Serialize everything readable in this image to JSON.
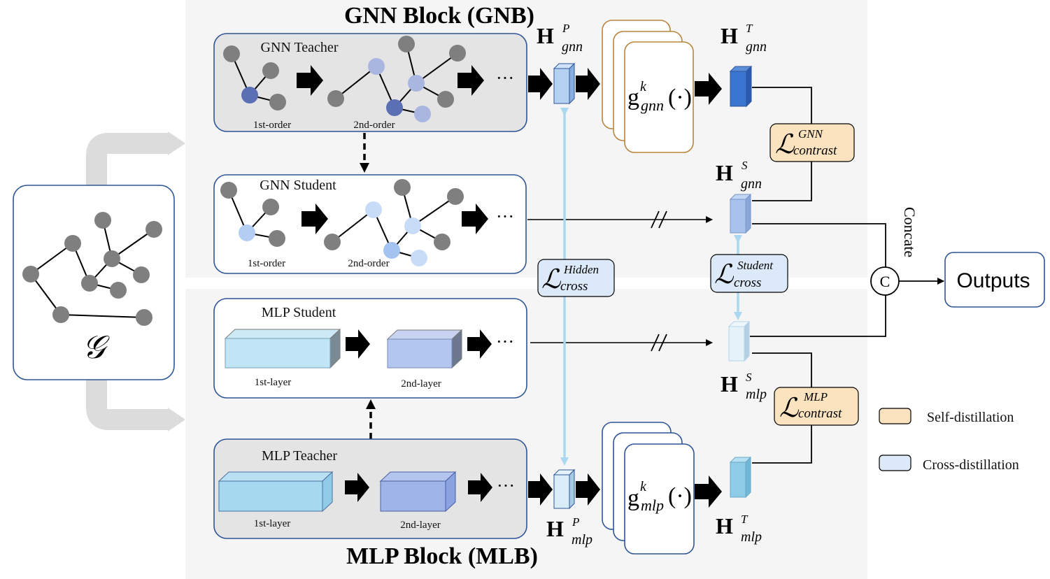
{
  "blocks": {
    "gnn_title": "GNN Block (GNB)",
    "mlp_title": "MLP Block (MLB)"
  },
  "graph_input": {
    "symbol": "𝒢"
  },
  "gnn_teacher": {
    "label": "GNN Teacher",
    "first": "1st-order",
    "second": "2nd-order",
    "ellipsis": "···"
  },
  "gnn_student": {
    "label": "GNN Student",
    "first": "1st-order",
    "second": "2nd-order",
    "ellipsis": "···"
  },
  "mlp_student": {
    "label": "MLP Student",
    "first": "1st-layer",
    "second": "2nd-layer",
    "ellipsis": "···"
  },
  "mlp_teacher": {
    "label": "MLP Teacher",
    "first": "1st-layer",
    "second": "2nd-layer",
    "ellipsis": "···"
  },
  "embeddings": {
    "h_gnn_p": {
      "base": "H",
      "sup": "P",
      "sub": "gnn"
    },
    "h_gnn_t": {
      "base": "H",
      "sup": "T",
      "sub": "gnn"
    },
    "h_gnn_s": {
      "base": "H",
      "sup": "S",
      "sub": "gnn"
    },
    "h_mlp_s": {
      "base": "H",
      "sup": "S",
      "sub": "mlp"
    },
    "h_mlp_p": {
      "base": "H",
      "sup": "P",
      "sub": "mlp"
    },
    "h_mlp_t": {
      "base": "H",
      "sup": "T",
      "sub": "mlp"
    }
  },
  "projectors": {
    "gnn": {
      "base": "g",
      "sup": "k",
      "sub": "gnn",
      "arg": "(·)"
    },
    "mlp": {
      "base": "g",
      "sup": "k",
      "sub": "mlp",
      "arg": "(·)"
    }
  },
  "losses": {
    "gnn_contrast": {
      "symbol": "ℒ",
      "sup": "GNN",
      "sub": "contrast",
      "kind": "self"
    },
    "mlp_contrast": {
      "symbol": "ℒ",
      "sup": "MLP",
      "sub": "contrast",
      "kind": "self"
    },
    "hidden_cross": {
      "symbol": "ℒ",
      "sup": "Hidden",
      "sub": "cross",
      "kind": "cross"
    },
    "student_cross": {
      "symbol": "ℒ",
      "sup": "Student",
      "sub": "cross",
      "kind": "cross"
    }
  },
  "fusion": {
    "concat_symbol": "C",
    "concat_label": "Concate",
    "output_label": "Outputs"
  },
  "legend": [
    {
      "label": "Self-distillation",
      "color": "#fbe3bf"
    },
    {
      "label": "Cross-distillation",
      "color": "#dce9f8"
    }
  ],
  "colors": {
    "block_bg": "#f5f5f5",
    "teacher_bg": "#e4e4e4",
    "box_border": "#2f5597",
    "node_gray": "#7f7f7f",
    "node_dark": "#5b6fb5",
    "node_mid": "#a9b6e0",
    "node_light": "#b4cdf2",
    "projector_border": "#b7853d",
    "cross_arrow": "#a9d8f0"
  }
}
